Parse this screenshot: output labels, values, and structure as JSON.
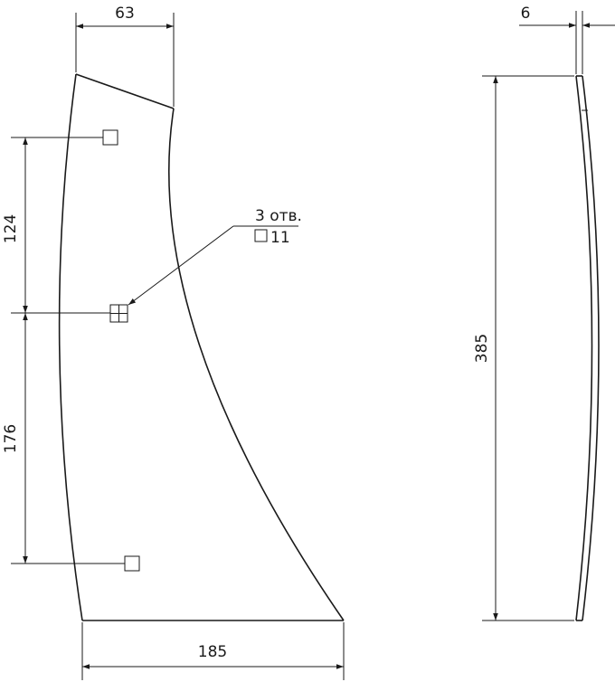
{
  "dimensions": {
    "top_width": "63",
    "bottom_width": "185",
    "upper_spacing": "124",
    "lower_spacing": "176",
    "height": "385",
    "thickness": "6"
  },
  "callout": {
    "count": "3 отв.",
    "hole_size": "11"
  },
  "icons": {
    "square_hole_symbol": "square-symbol-icon"
  }
}
